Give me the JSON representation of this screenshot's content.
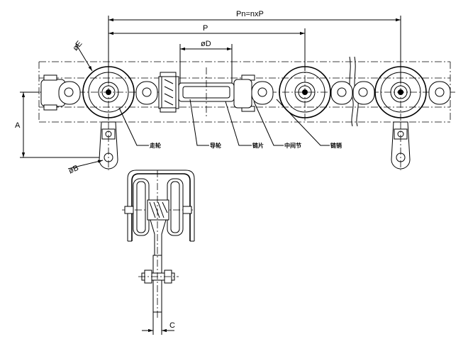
{
  "labels": {
    "pn": "Pn=nxP",
    "p": "P",
    "d": "øD",
    "e": "øE",
    "a": "A",
    "b": "øB",
    "c": "C",
    "walking_wheel": "走轮",
    "guide_wheel": "导轮",
    "chain_plate": "链片",
    "middle_link": "中间节",
    "chain_pin": "链销"
  }
}
